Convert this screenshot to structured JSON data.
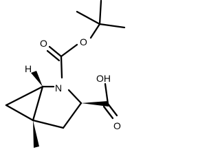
{
  "molecule": {
    "atoms": {
      "o_ether": "O",
      "o_boc_carbonyl": "O",
      "n_ring": "N",
      "h_stereo": "H",
      "oh_acid": "OH",
      "o_acid_carbonyl": "O"
    }
  },
  "colors": {
    "bond": "#000000",
    "background": "#ffffff"
  }
}
